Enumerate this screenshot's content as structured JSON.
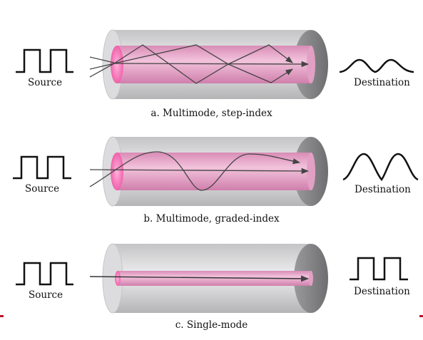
{
  "panels": [
    {
      "caption": "a.  Multimode, step-index",
      "source_label": "Source",
      "destination_label": "Destination",
      "input_signal": "square-pulses",
      "output_signal": "spread-pulses"
    },
    {
      "caption": "b.  Multimode, graded-index",
      "source_label": "Source",
      "destination_label": "Destination",
      "input_signal": "square-pulses",
      "output_signal": "overlapping-gaussian-pulses"
    },
    {
      "caption": "c.  Single-mode",
      "source_label": "Source",
      "destination_label": "Destination",
      "input_signal": "square-pulses",
      "output_signal": "square-pulses"
    }
  ],
  "colors": {
    "cladding": "#d6d6d8",
    "cladding_end": "#8e8e90",
    "core": "#e7a6c8",
    "core_face": "#f06fb1",
    "rays": "#444444",
    "marker": "#c0102a"
  }
}
